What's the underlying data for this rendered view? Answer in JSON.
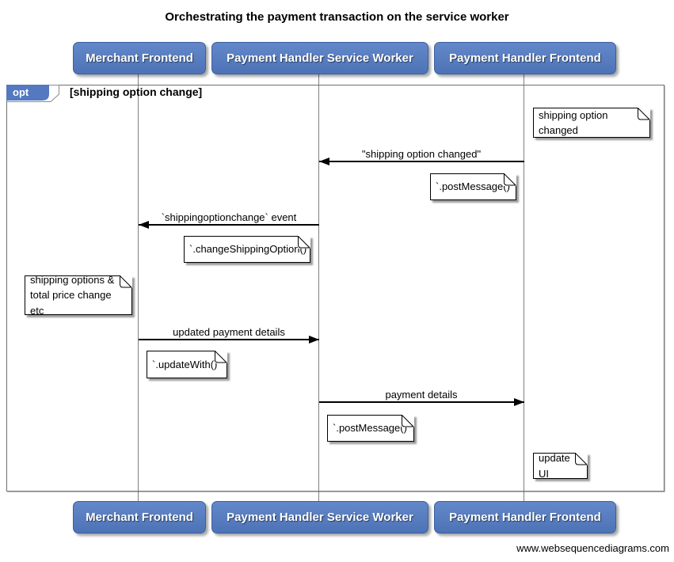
{
  "title": "Orchestrating the payment transaction on the service worker",
  "actors": [
    {
      "label": "Merchant Frontend"
    },
    {
      "label": "Payment Handler Service Worker"
    },
    {
      "label": "Payment Handler Frontend"
    }
  ],
  "fragment": {
    "operator": "opt",
    "guard": "[shipping option change]"
  },
  "messages": [
    {
      "label": "\"shipping option changed\"",
      "from": "Payment Handler Frontend",
      "to": "Payment Handler Service Worker"
    },
    {
      "label": "`shippingoptionchange` event",
      "from": "Payment Handler Service Worker",
      "to": "Merchant Frontend"
    },
    {
      "label": "updated payment details",
      "from": "Merchant Frontend",
      "to": "Payment Handler Service Worker"
    },
    {
      "label": "payment details",
      "from": "Payment Handler Service Worker",
      "to": "Payment Handler Frontend"
    }
  ],
  "notes": [
    {
      "text": "shipping option changed"
    },
    {
      "text": "`.postMessage()`"
    },
    {
      "text": "`.changeShippingOption()`"
    },
    {
      "text": "shipping options &\ntotal price change etc"
    },
    {
      "text": "`.updateWith()`"
    },
    {
      "text": "`.postMessage()`"
    },
    {
      "text": "update UI"
    }
  ],
  "watermark": "www.websequencediagrams.com",
  "colors": {
    "actor_fill": "#5479c0",
    "actor_border": "#3c5f9e",
    "fragment_border": "#6f6f6f",
    "lifeline": "#808080",
    "arrow": "#000000",
    "note_bg": "#ffffff"
  }
}
